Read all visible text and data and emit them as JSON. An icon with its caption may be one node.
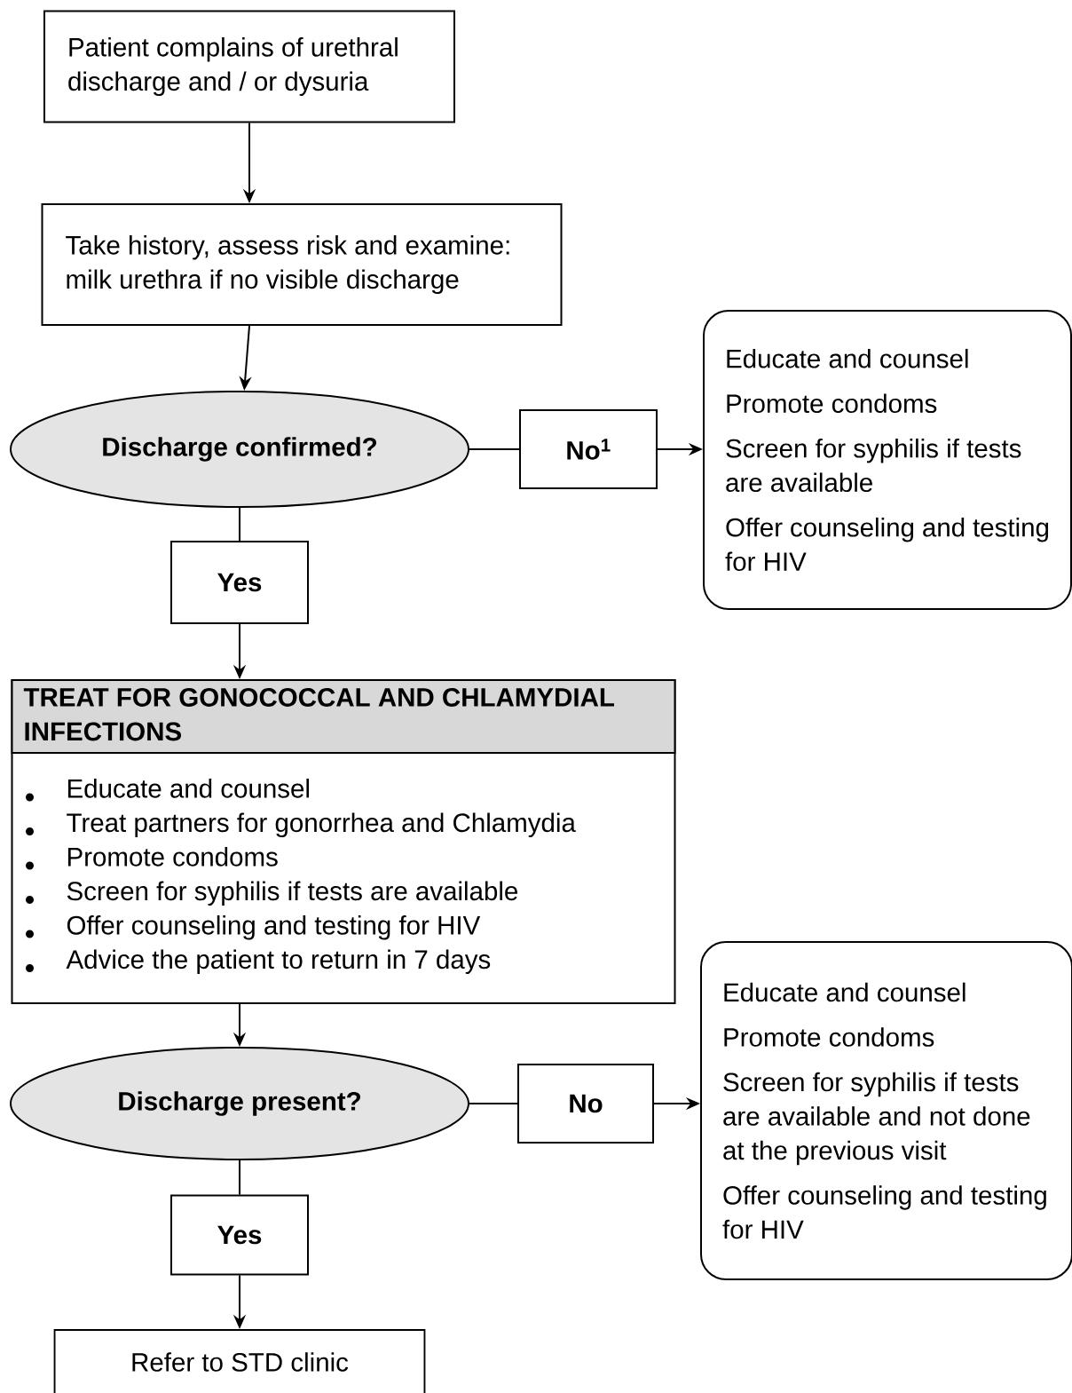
{
  "diagram": {
    "nodes": [
      {
        "text": [
          "Patient complains of urethral discharge and / or dysuria"
        ]
      },
      {
        "text": [
          "Take history, assess risk and examine: milk urethra if no visible discharge"
        ]
      },
      {
        "text": [
          "Discharge confirmed?"
        ]
      },
      {
        "text": [
          "No$^{1}$"
        ]
      },
      {
        "text": [
          "Educate and counsel",
          "Promote condoms",
          "Screen for syphilis if tests are available",
          "Offer counseling and testing for HIV"
        ]
      },
      {
        "text": [
          "Yes"
        ]
      },
      {
        "text": [
          "TREAT FOR GONOCOCCAL AND CHLAMYDIAL INFECTIONS",
          "Educate and counsel",
          "Treat partners for gonorrhea and Chlamydia",
          "Promote  condoms",
          "Screen for syphilis if tests are available",
          "Offer counseling and testing for HIV",
          "Advice the patient to return in 7 days"
        ]
      },
      {
        "text": [
          "Discharge present?"
        ]
      },
      {
        "text": [
          "No"
        ]
      },
      {
        "text": [
          "Educate and counsel",
          "Promote condoms",
          "Screen for syphilis if tests are available and not done at the previous visit",
          "Offer counseling and testing for HIV"
        ]
      },
      {
        "text": [
          "Yes"
        ]
      },
      {
        "text": [
          "Refer to STD clinic"
        ]
      }
    ],
    "edges": [
      {
        "from": 0,
        "to": 1,
        "arrow": "to"
      },
      {
        "from": 1,
        "to": 2,
        "arrow": "to"
      },
      {
        "from": 2,
        "to": 3,
        "arrow": "none"
      },
      {
        "from": 3,
        "to": 4,
        "arrow": "to"
      },
      {
        "from": 2,
        "to": 5,
        "arrow": "none"
      },
      {
        "from": 5,
        "to": 6,
        "arrow": "to"
      },
      {
        "from": 6,
        "to": 7,
        "arrow": "to"
      },
      {
        "from": 7,
        "to": 8,
        "arrow": "none"
      },
      {
        "from": 8,
        "to": 9,
        "arrow": "to"
      },
      {
        "from": 7,
        "to": 10,
        "arrow": "none"
      },
      {
        "from": 10,
        "to": 11,
        "arrow": "to"
      }
    ]
  }
}
